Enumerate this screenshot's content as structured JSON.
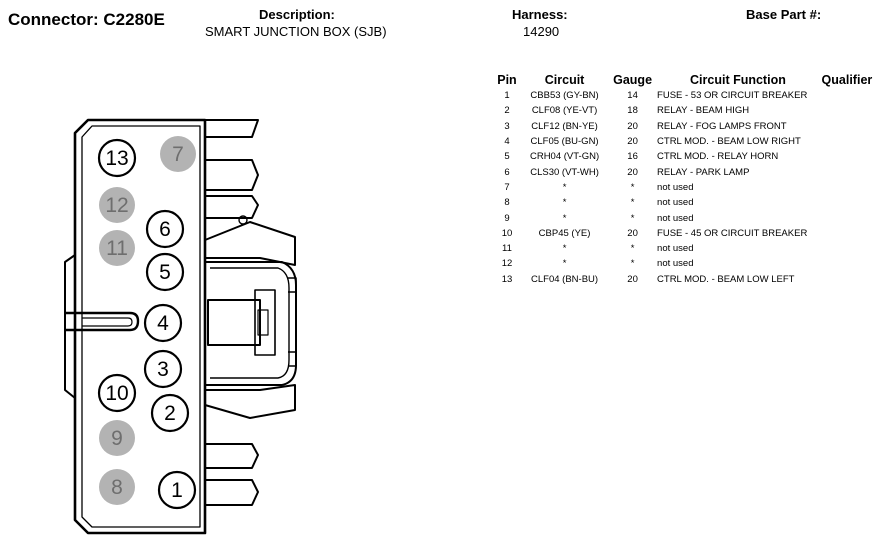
{
  "connector": {
    "title": "Connector: C2280E"
  },
  "header": {
    "description_label": "Description:",
    "description_value": "SMART JUNCTION BOX (SJB)",
    "harness_label": "Harness:",
    "harness_value": "14290",
    "base_part_label": "Base Part #:"
  },
  "table": {
    "headers": [
      "Pin",
      "Circuit",
      "Gauge",
      "Circuit Function",
      "Qualifier"
    ],
    "rows": [
      [
        "1",
        "CBB53 (GY-BN)",
        "14",
        "FUSE - 53 OR CIRCUIT BREAKER",
        ""
      ],
      [
        "2",
        "CLF08 (YE-VT)",
        "18",
        "RELAY - BEAM HIGH",
        ""
      ],
      [
        "3",
        "CLF12 (BN-YE)",
        "20",
        "RELAY - FOG LAMPS FRONT",
        ""
      ],
      [
        "4",
        "CLF05 (BU-GN)",
        "20",
        "CTRL MOD. - BEAM LOW RIGHT",
        ""
      ],
      [
        "5",
        "CRH04 (VT-GN)",
        "16",
        "CTRL MOD. - RELAY HORN",
        ""
      ],
      [
        "6",
        "CLS30 (VT-WH)",
        "20",
        "RELAY - PARK LAMP",
        ""
      ],
      [
        "7",
        "*",
        "*",
        "not used",
        ""
      ],
      [
        "8",
        "*",
        "*",
        "not used",
        ""
      ],
      [
        "9",
        "*",
        "*",
        "not used",
        ""
      ],
      [
        "10",
        "CBP45 (YE)",
        "20",
        "FUSE - 45 OR CIRCUIT BREAKER",
        ""
      ],
      [
        "11",
        "*",
        "*",
        "not used",
        ""
      ],
      [
        "12",
        "*",
        "*",
        "not used",
        ""
      ],
      [
        "13",
        "CLF04 (BN-BU)",
        "20",
        "CTRL MOD. - BEAM LOW LEFT",
        ""
      ]
    ]
  },
  "pins": [
    {
      "label": "13",
      "used": true
    },
    {
      "label": "7",
      "used": false
    },
    {
      "label": "12",
      "used": false
    },
    {
      "label": "6",
      "used": true
    },
    {
      "label": "11",
      "used": false
    },
    {
      "label": "5",
      "used": true
    },
    {
      "label": "4",
      "used": true
    },
    {
      "label": "3",
      "used": true
    },
    {
      "label": "10",
      "used": true
    },
    {
      "label": "2",
      "used": true
    },
    {
      "label": "9",
      "used": false
    },
    {
      "label": "8",
      "used": false
    },
    {
      "label": "1",
      "used": true
    }
  ],
  "colors": {
    "unused_pin_fill": "#b3b3b3",
    "unused_pin_text": "#6e6e6e",
    "line": "#000000"
  }
}
